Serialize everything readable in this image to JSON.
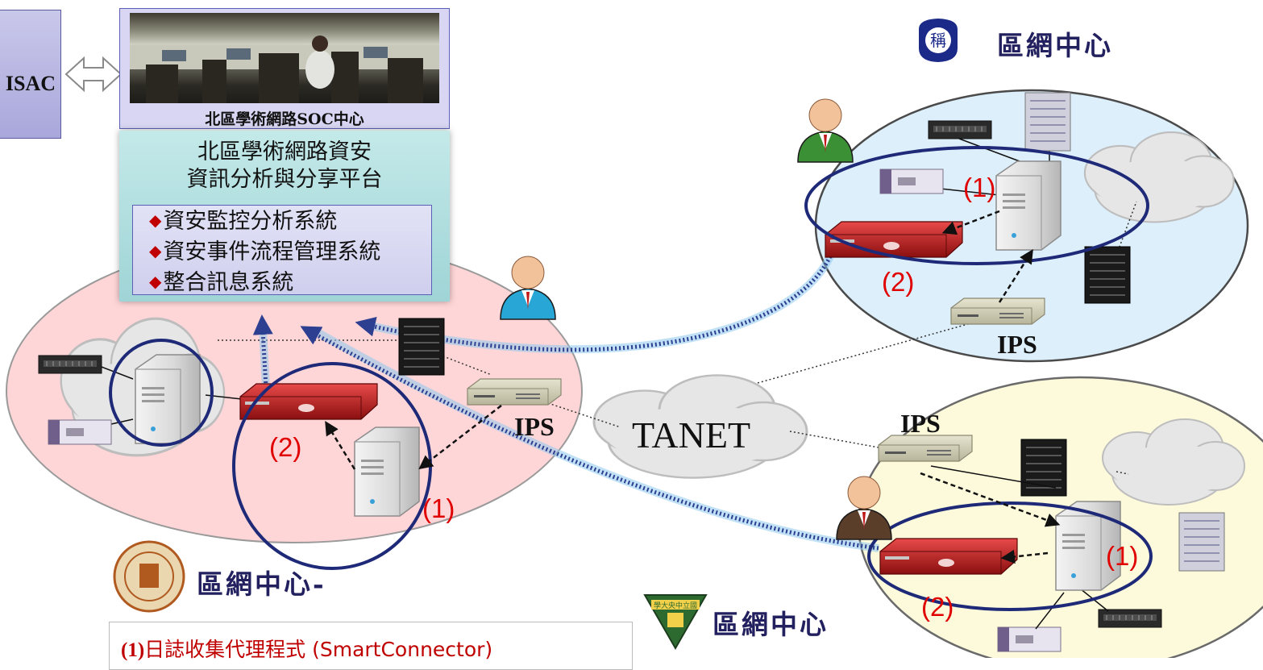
{
  "isac": {
    "label": "ISAC"
  },
  "soc": {
    "title": "北區學術網路SOC中心",
    "platform_title_line1": "北區學術網路資安",
    "platform_title_line2": "資訊分析與分享平台",
    "systems": [
      "資安監控分析系統",
      "資安事件流程管理系統",
      "整合訊息系統"
    ]
  },
  "labels": {
    "center_top_right": "區網中心",
    "center_bottom_left": "區網中心-",
    "center_bottom_mid": "區網中心",
    "ips": "IPS",
    "tanet": "TANET",
    "n1": "(1)",
    "n2": "(2)"
  },
  "legend": {
    "item1_num": "(1)",
    "item1_text": "日誌收集代理程式 (SmartConnector)"
  },
  "seal_top_text": "稱",
  "seal_bottom_text": "學大央中立國",
  "colors": {
    "left_ellipse": "#ffd6d8",
    "right_top_ellipse": "#ddeffb",
    "right_bottom_ellipse": "#fdfadc",
    "ring": "#1e2a78",
    "dotted_link": "#3f5fb0",
    "red_number": "#e00000"
  }
}
